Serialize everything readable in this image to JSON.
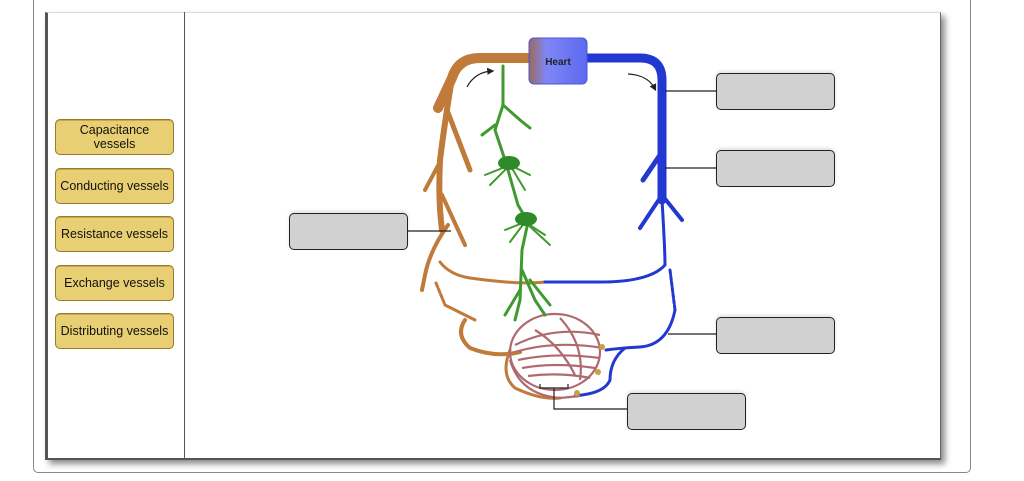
{
  "diagram": {
    "heart_label": "Heart",
    "colors": {
      "artery": "#c07a3a",
      "vein": "#2238d0",
      "capillary": "#b06a6e",
      "lymph": "#3f9a2f",
      "label_tile": "#e8cf73",
      "drop_zone": "#d1d1d1",
      "heart_left": "#7f86f5",
      "heart_right": "#5d69ef"
    }
  },
  "label_bank": {
    "items": [
      {
        "label": "Capacitance vessels"
      },
      {
        "label": "Conducting vessels"
      },
      {
        "label": "Resistance vessels"
      },
      {
        "label": "Exchange vessels"
      },
      {
        "label": "Distributing vessels"
      }
    ]
  },
  "drop_zones": [
    {
      "id": "target-left-artery",
      "value": ""
    },
    {
      "id": "target-large-vein",
      "value": ""
    },
    {
      "id": "target-medium-vein",
      "value": ""
    },
    {
      "id": "target-venule",
      "value": ""
    },
    {
      "id": "target-capillary-bed",
      "value": ""
    }
  ]
}
